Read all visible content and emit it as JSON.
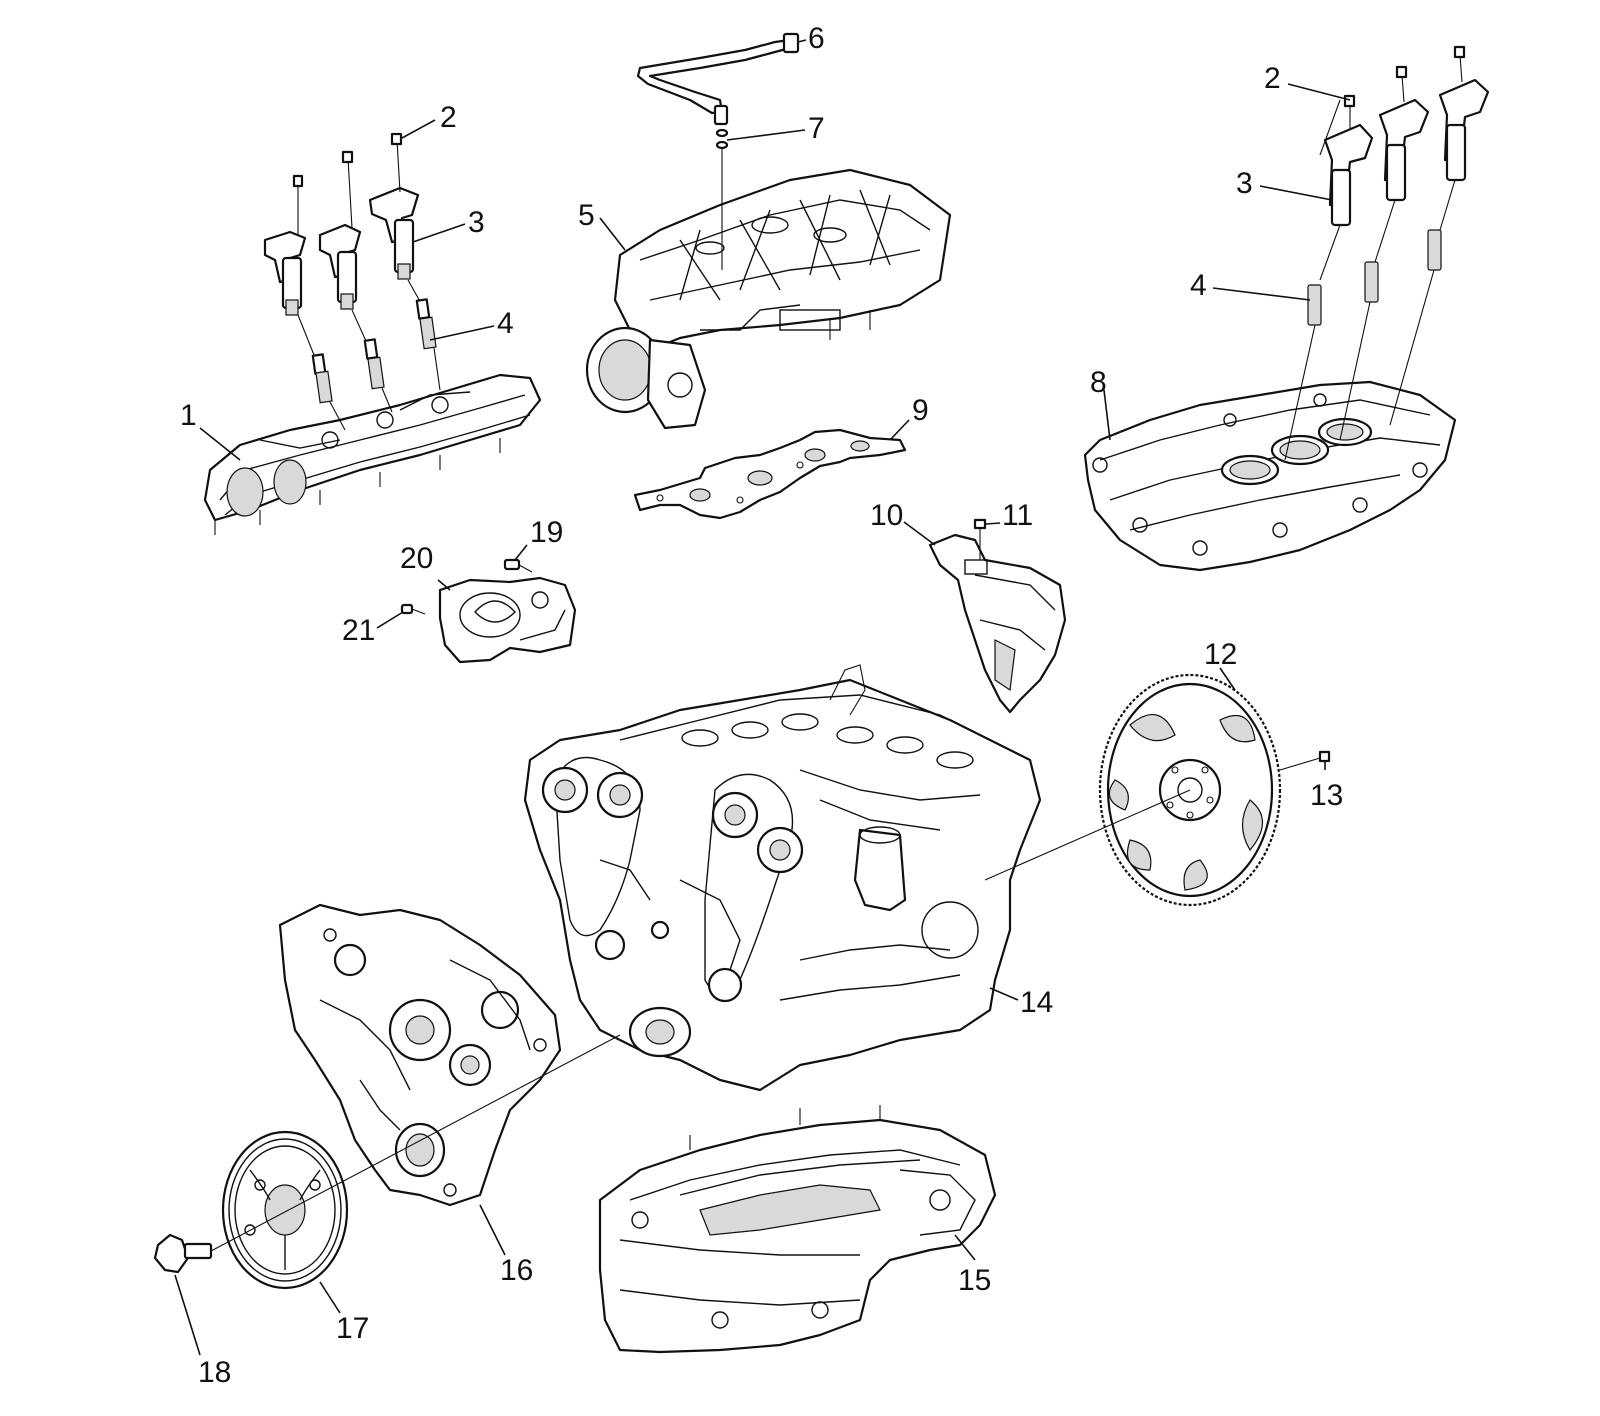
{
  "callouts": {
    "c1": "1",
    "c2a": "2",
    "c2b": "2",
    "c3a": "3",
    "c3b": "3",
    "c4a": "4",
    "c4b": "4",
    "c5": "5",
    "c6": "6",
    "c7": "7",
    "c8": "8",
    "c9": "9",
    "c10": "10",
    "c11": "11",
    "c12": "12",
    "c13": "13",
    "c14": "14",
    "c15": "15",
    "c16": "16",
    "c17": "17",
    "c18": "18",
    "c19": "19",
    "c20": "20",
    "c21": "21"
  },
  "colors": {
    "line": "#111111",
    "background": "#ffffff",
    "shade": "#d9d9d9"
  }
}
